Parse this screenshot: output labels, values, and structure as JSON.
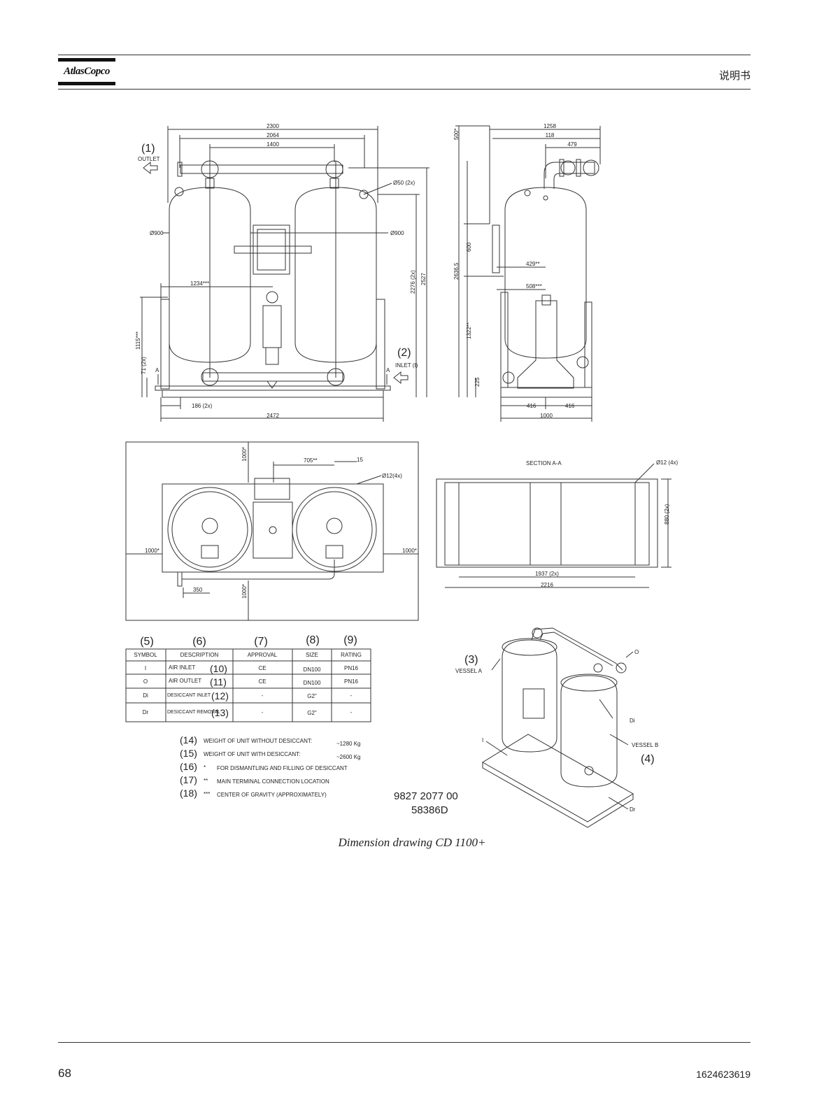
{
  "header": {
    "brand": "AtlasCopco",
    "doc_title": "说明书"
  },
  "drawing": {
    "front": {
      "dim_top1": "2300",
      "dim_top2": "2064",
      "dim_top3": "1400",
      "outlet_num": "(1)",
      "outlet_label": "OUTLET",
      "inlet_num": "(2)",
      "inlet_label": "INLET (I)",
      "phi50": "Ø50 (2x)",
      "phi900_left": "Ø900",
      "phi900_right": "Ø900",
      "d1234": "1234***",
      "d2276": "2276 (2x)",
      "d2527": "2527",
      "d1115": "1115***",
      "d71": "71 (2x)",
      "d186": "186 (2x)",
      "d2472": "2472",
      "section_mark": "A"
    },
    "side": {
      "d500": "500*",
      "d1258": "1258",
      "d118": "118",
      "d479": "479",
      "d600": "600",
      "d2636": "2636,5",
      "d429": "429**",
      "d508": "508***",
      "d1322": "1322**",
      "d225": "225",
      "d416a": "416",
      "d416b": "416",
      "d1000": "1000"
    },
    "plan": {
      "d1000_top": "1000*",
      "d705": "705**",
      "d15": "15",
      "phi12": "Ø12(4x)",
      "d1000_left": "1000*",
      "d1000_right": "1000*",
      "d350": "350",
      "d1000_bottom": "1000*"
    },
    "section": {
      "title": "SECTION A-A",
      "phi12": "Ø12 (4x)",
      "d880": "880 (2x)",
      "d1937": "1937 (2x)",
      "d2216": "2216"
    },
    "table": {
      "col_nums": [
        "(5)",
        "(6)",
        "(7)",
        "(8)",
        "(9)"
      ],
      "headers": [
        "SYMBOL",
        "DESCRIPTION",
        "APPROVAL",
        "SIZE",
        "RATING"
      ],
      "rows": [
        {
          "symbol": "I",
          "desc": "AIR INLET",
          "num": "(10)",
          "approval": "CE",
          "size": "DN100",
          "rating": "PN16"
        },
        {
          "symbol": "O",
          "desc": "AIR OUTLET",
          "num": "(11)",
          "approval": "CE",
          "size": "DN100",
          "rating": "PN16"
        },
        {
          "symbol": "Di",
          "desc": "DESICCANT INLET",
          "num": "(12)",
          "approval": "-",
          "size": "G2\"",
          "rating": "-"
        },
        {
          "symbol": "Dr",
          "desc": "DESICCANT REMOVAL",
          "num": "(13)",
          "approval": "-",
          "size": "G2\"",
          "rating": "-"
        }
      ]
    },
    "notes": [
      {
        "num": "(14)",
        "mark": "",
        "text": "WEIGHT OF UNIT WITHOUT DESICCANT:",
        "value": "~1280 Kg"
      },
      {
        "num": "(15)",
        "mark": "",
        "text": "WEIGHT OF UNIT WITH DESICCANT:",
        "value": "~2600 Kg"
      },
      {
        "num": "(16)",
        "mark": "*",
        "text": "FOR DISMANTLING AND FILLING OF DESICCANT",
        "value": ""
      },
      {
        "num": "(17)",
        "mark": "**",
        "text": "MAIN TERMINAL CONNECTION LOCATION",
        "value": ""
      },
      {
        "num": "(18)",
        "mark": "***",
        "text": "CENTER OF GRAVITY (APPROXIMATELY)",
        "value": ""
      }
    ],
    "iso": {
      "vessel_a_num": "(3)",
      "vessel_a": "VESSEL A",
      "vessel_b": "VESSEL B",
      "vessel_b_num": "(4)",
      "label_o": "O",
      "label_di": "Di",
      "label_i": "I",
      "label_dr": "Dr"
    },
    "part_number": "9827 2077 00",
    "drawing_number": "58386D"
  },
  "caption": "Dimension drawing CD 1100+",
  "footer": {
    "page_number": "68",
    "doc_number": "1624623619"
  }
}
